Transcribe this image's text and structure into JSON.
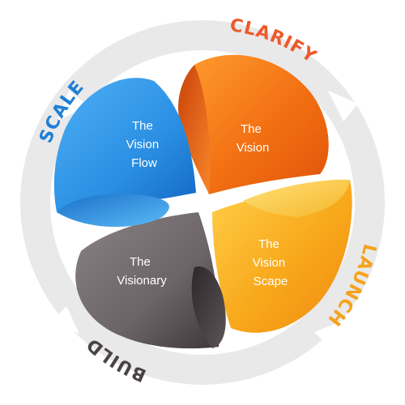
{
  "cycle": {
    "clarify": {
      "label": "CLARIFY",
      "color": "#EE5A2B"
    },
    "launch": {
      "label": "LAUNCH",
      "color": "#F5A21C"
    },
    "build": {
      "label": "BUILD",
      "color": "#4A4346"
    },
    "scale": {
      "label": "SCALE",
      "color": "#1F7FD6"
    }
  },
  "petals": {
    "vision": {
      "line1": "The",
      "line2": "Vision",
      "line3": "",
      "color": "#F26F12"
    },
    "vision_scape": {
      "line1": "The",
      "line2": "Vision",
      "line3": "Scape",
      "color": "#F8A81B"
    },
    "visionary": {
      "line1": "The",
      "line2": "Visionary",
      "line3": "",
      "color": "#6B6466"
    },
    "vision_flow": {
      "line1": "The",
      "line2": "Vision",
      "line3": "Flow",
      "color": "#2A8FE3"
    }
  },
  "ring_color": "#E9E9EA"
}
